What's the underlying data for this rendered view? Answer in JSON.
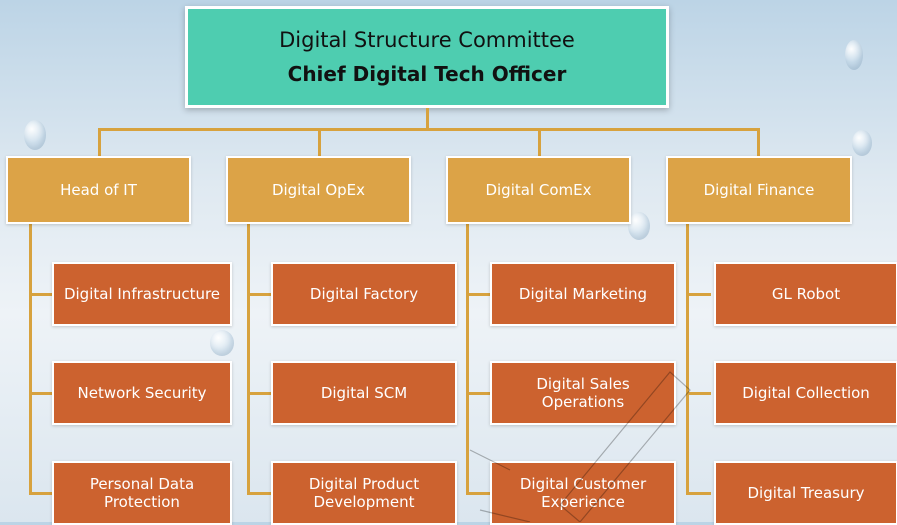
{
  "root": {
    "title": "Digital Structure Committee",
    "subtitle": "Chief Digital Tech Officer"
  },
  "departments": [
    {
      "label": "Head of IT",
      "children": [
        "Digital Infrastructure",
        "Network Security",
        "Personal Data Protection"
      ]
    },
    {
      "label": "Digital OpEx",
      "children": [
        "Digital Factory",
        "Digital SCM",
        "Digital Product Development"
      ]
    },
    {
      "label": "Digital ComEx",
      "children": [
        "Digital Marketing",
        "Digital Sales Operations",
        "Digital Customer Experience"
      ]
    },
    {
      "label": "Digital Finance",
      "children": [
        "GL Robot",
        "Digital Collection",
        "Digital Treasury"
      ]
    }
  ],
  "colors": {
    "root": "#4ecdb0",
    "department": "#dca347",
    "child": "#cc622f",
    "connector": "#d7a23e"
  }
}
